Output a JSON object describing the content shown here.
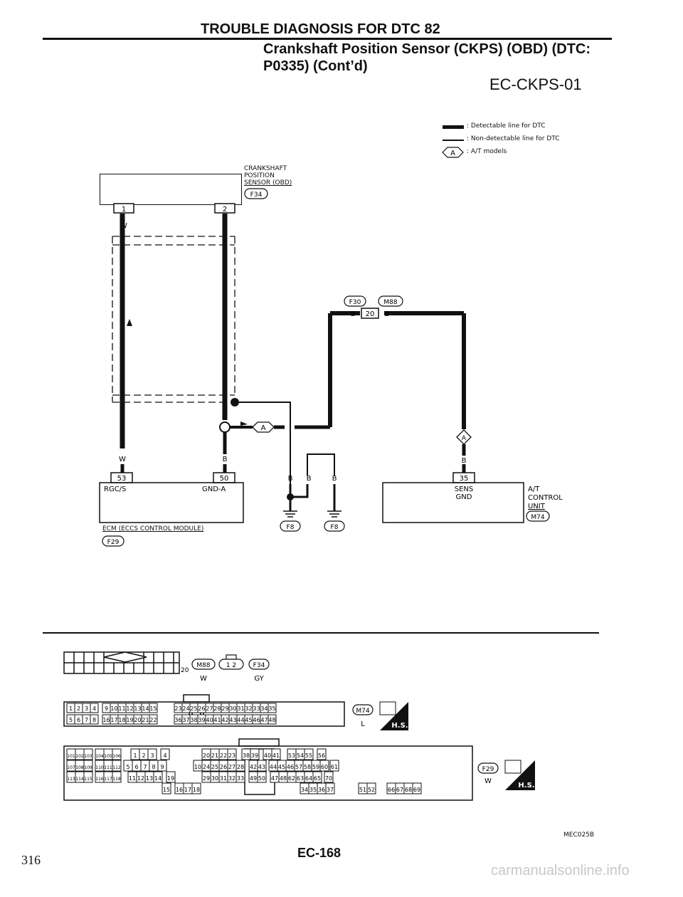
{
  "header": {
    "title": "TROUBLE DIAGNOSIS FOR DTC 82",
    "subtitle_line1": "Crankshaft Position Sensor (CKPS) (OBD) (DTC:",
    "subtitle_line2": "P0335) (Cont’d)",
    "diagram_code": "EC-CKPS-01"
  },
  "legend": {
    "detectable": ": Detectable line for DTC",
    "non_detectable": ": Non-detectable line for DTC",
    "at_models": ": A/T models",
    "at_symbol": "A"
  },
  "sensor": {
    "name_line1": "CRANKSHAFT",
    "name_line2": "POSITION",
    "name_line3": "SENSOR (OBD)",
    "connector": "F34",
    "pin1": "1",
    "pin2": "2",
    "wire1": "W",
    "wire2": "B"
  },
  "joint": {
    "conn_a": "F30",
    "conn_b": "M88",
    "pin": "20",
    "wire_left": "B",
    "wire_right": "B",
    "at_symbol": "A"
  },
  "ecm": {
    "pin53": "53",
    "pin50": "50",
    "label_left": "RGC/S",
    "label_right": "GND-A",
    "wire_w": "W",
    "wire_b": "B",
    "name": "ECM (ECCS CONTROL MODULE)",
    "connector": "F29"
  },
  "ground": {
    "wire1": "B",
    "wire2": "B",
    "wire3": "B",
    "conn1": "F8",
    "conn2": "F8"
  },
  "at_unit": {
    "symbol": "A",
    "wire": "B",
    "pin": "35",
    "label_line1": "SENS",
    "label_line2": "GND",
    "name_line1": "A/T",
    "name_line2": "CONTROL",
    "name_line3": "UNIT",
    "connector": "M74"
  },
  "connectors": {
    "m88_label": "M88",
    "m88_color": "W",
    "f34_small_pins": "1 2",
    "f34_label": "F34",
    "f34_color": "GY",
    "m88_extra_pin": "20",
    "m74_label": "M74",
    "m74_color": "L",
    "f29_label": "F29",
    "f29_color": "W",
    "hs_badge": "H.S.",
    "m74_row1": [
      "1",
      "2",
      "3",
      "4",
      "9",
      "10",
      "11",
      "12",
      "13",
      "14",
      "15",
      "23",
      "24",
      "25",
      "26",
      "27",
      "28",
      "29",
      "30",
      "31",
      "32",
      "33",
      "34",
      "35"
    ],
    "m74_row2": [
      "5",
      "6",
      "7",
      "8",
      "16",
      "17",
      "18",
      "19",
      "20",
      "21",
      "22",
      "36",
      "37",
      "38",
      "39",
      "40",
      "41",
      "42",
      "43",
      "44",
      "45",
      "46",
      "47",
      "48"
    ],
    "f29_row1": [
      "101",
      "102",
      "103",
      "104",
      "105",
      "106",
      "1",
      "2",
      "3",
      "4",
      "20",
      "21",
      "22",
      "23",
      "38",
      "39",
      "40",
      "41",
      "53",
      "54",
      "55",
      "56"
    ],
    "f29_row2": [
      "107",
      "108",
      "109",
      "110",
      "111",
      "112",
      "5",
      "6",
      "7",
      "8",
      "9",
      "10",
      "24",
      "25",
      "26",
      "27",
      "28",
      "42",
      "43",
      "44",
      "45",
      "46",
      "57",
      "58",
      "59",
      "60",
      "61"
    ],
    "f29_row3": [
      "113",
      "114",
      "115",
      "116",
      "117",
      "118",
      "11",
      "12",
      "13",
      "14",
      "19",
      "29",
      "30",
      "31",
      "32",
      "33",
      "49",
      "50",
      "47",
      "48",
      "62",
      "63",
      "64",
      "65",
      "70"
    ],
    "f29_row4": [
      "15",
      "16",
      "17",
      "18",
      "34",
      "35",
      "36",
      "37",
      "51",
      "52",
      "66",
      "67",
      "68",
      "69"
    ]
  },
  "footer": {
    "ref_code": "MEC025B",
    "page_code": "EC-168",
    "page_number": "316"
  },
  "watermark": "carmanualsonline.info"
}
